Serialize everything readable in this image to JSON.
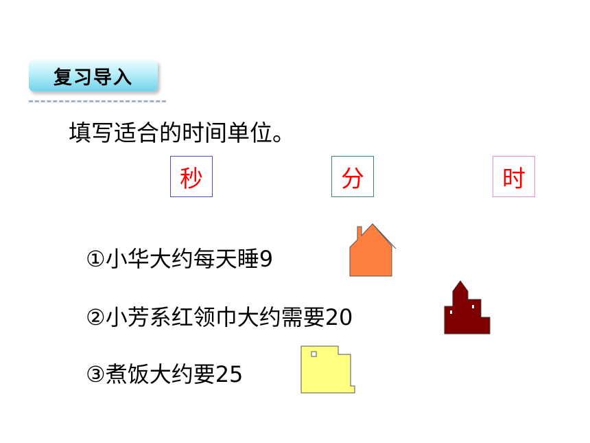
{
  "header": {
    "tag_label": "复习导入"
  },
  "instruction": "填写适合的时间单位。",
  "units": {
    "second": "秒",
    "minute": "分",
    "hour": "时"
  },
  "questions": [
    {
      "text": "①小华大约每天睡9"
    },
    {
      "text": "②小芳系红领巾大约需要20"
    },
    {
      "text": "③煮饭大约要25"
    }
  ],
  "answer_shapes": [
    {
      "kind": "house-icon",
      "color": "#ff7f3f"
    },
    {
      "kind": "castle-icon",
      "color": "#7f0000"
    },
    {
      "kind": "building-icon",
      "color": "#ffff80"
    }
  ]
}
